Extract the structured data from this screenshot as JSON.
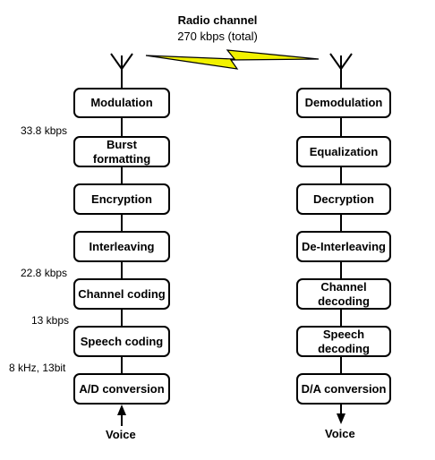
{
  "radio": {
    "title": "Radio channel",
    "subtitle": "270 kbps (total)",
    "link_color": "#f2f200"
  },
  "transmitter": {
    "blocks": [
      "Modulation",
      "Burst formatting",
      "Encryption",
      "Interleaving",
      "Channel coding",
      "Speech coding",
      "A/D conversion"
    ],
    "input_label": "Voice"
  },
  "receiver": {
    "blocks": [
      "Demodulation",
      "Equalization",
      "Decryption",
      "De-Interleaving",
      "Channel decoding",
      "Speech decoding",
      "D/A conversion"
    ],
    "output_label": "Voice"
  },
  "rates": [
    "33.8 kbps",
    "22.8 kbps",
    "13 kbps",
    "8 kHz, 13bit"
  ],
  "icons": [
    "antenna-icon",
    "lightning-link-icon",
    "arrow-up-icon",
    "arrow-down-icon"
  ]
}
